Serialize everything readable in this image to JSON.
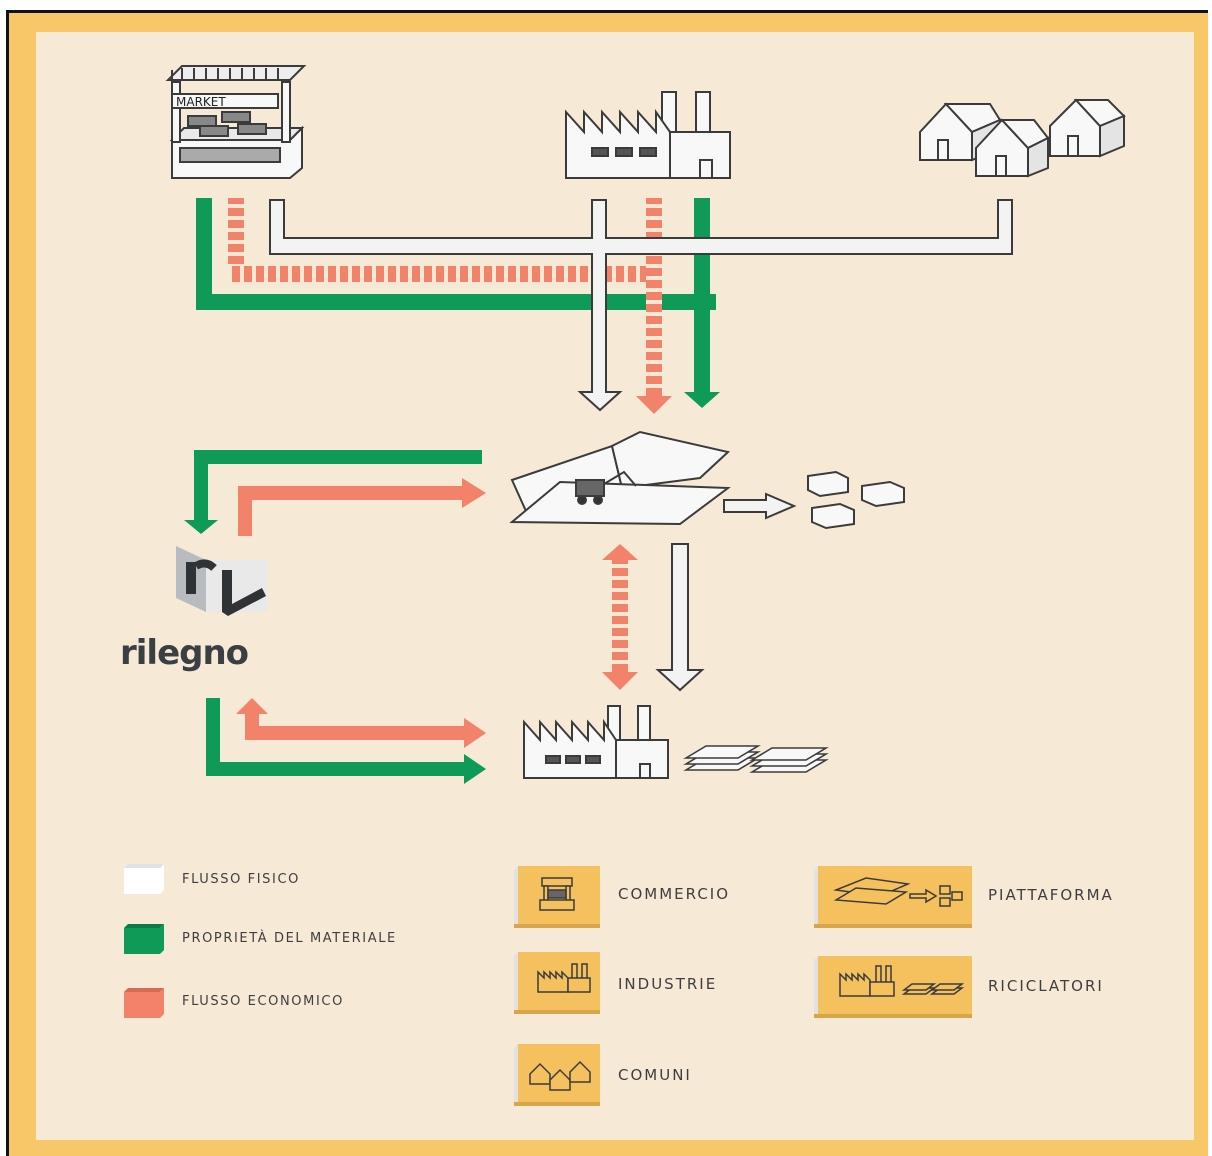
{
  "scene": {
    "market_sign": "MARKET",
    "brand_name": "rilegno"
  },
  "colors": {
    "frame": "#f7c768",
    "background": "#f6ead7",
    "flusso_fisico": "#f3f3f3",
    "proprieta_del_materiale": "#0f9a57",
    "flusso_economico": "#f2826a",
    "outline": "#3b3b3b"
  },
  "legend": {
    "flows": [
      {
        "label": "FLUSSO FISICO",
        "color": "#f3f3f3"
      },
      {
        "label": "PROPRIETÀ DEL MATERIALE",
        "color": "#0f9a57"
      },
      {
        "label": "FLUSSO ECONOMICO",
        "color": "#f2826a"
      }
    ],
    "actors": [
      {
        "label": "COMMERCIO",
        "icon": "market-icon"
      },
      {
        "label": "INDUSTRIE",
        "icon": "factory-icon"
      },
      {
        "label": "COMUNI",
        "icon": "houses-icon"
      },
      {
        "label": "PIATTAFORMA",
        "icon": "platform-icon"
      },
      {
        "label": "RICICLATORI",
        "icon": "recycler-icon"
      }
    ]
  }
}
